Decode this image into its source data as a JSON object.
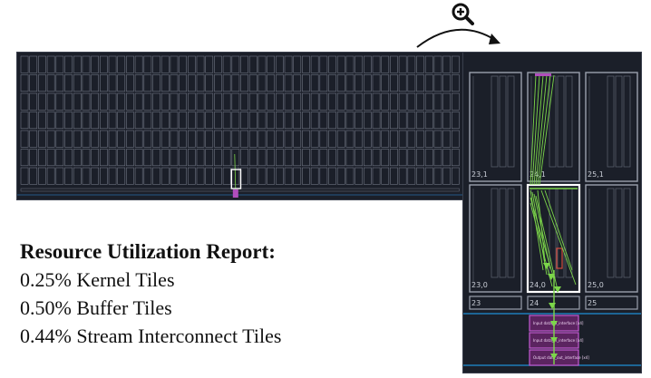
{
  "report": {
    "title": "Resource Utilization Report:",
    "lines": [
      "0.25% Kernel Tiles",
      "0.50% Buffer Tiles",
      "0.44% Stream Interconnect Tiles"
    ]
  },
  "detail": {
    "tiles_top": [
      "23,1",
      "24,1",
      "25,1"
    ],
    "tiles_bottom": [
      "23,0",
      "24,0",
      "25,0"
    ],
    "shim_labels": [
      "23",
      "24",
      "25"
    ],
    "buffers": [
      "Input data_in_interface [x4]",
      "Input data_in_interface [x4]",
      "Output data_out_interface [x4]"
    ]
  },
  "icons": {
    "zoom": "zoom-in-icon",
    "arrow": "curved-arrow-icon"
  },
  "colors": {
    "background": "#1b1f29",
    "tile_border": "#9aa0ad",
    "route": "#7cd64a",
    "buffer": "#b04dbc",
    "highlight": "#ffffff",
    "kernel": "#d24b3d",
    "line_blue": "#1f8fd6"
  }
}
